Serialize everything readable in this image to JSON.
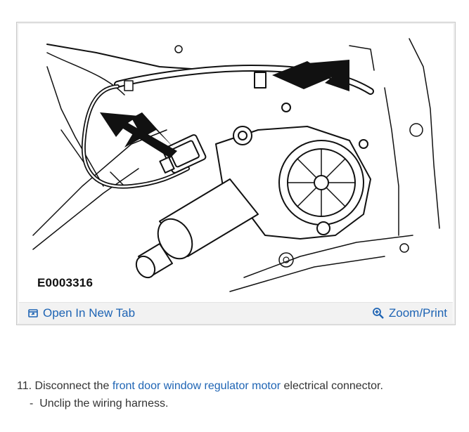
{
  "figure": {
    "code": "E0003316",
    "open_tab_label": "Open In New Tab",
    "zoom_label": "Zoom/Print",
    "open_tab_icon": "open-in-new-tab-icon",
    "zoom_icon": "zoom-magnifier-icon"
  },
  "step": {
    "number": "11.",
    "text_before": "Disconnect the",
    "link_text": "front door window regulator motor",
    "text_after": "electrical connector.",
    "sub_dash": "-",
    "sub_text": "Unclip the wiring harness."
  },
  "colors": {
    "link": "#1e64b4",
    "toolbar_bg": "#f2f2f2"
  }
}
